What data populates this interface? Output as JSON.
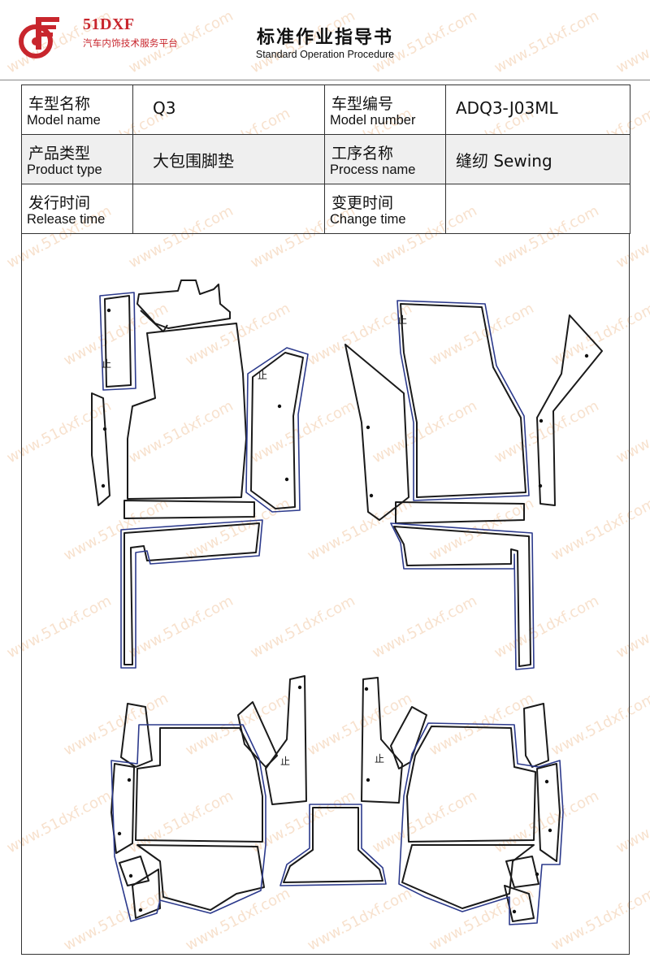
{
  "logo": {
    "brand": "51DXF",
    "tagline": "汽车内饰技术服务平台"
  },
  "document": {
    "title": "标准作业指导书",
    "subtitle": "Standard Operation Procedure"
  },
  "info_table": {
    "model_name": {
      "label_cn": "车型名称",
      "label_en": "Model name",
      "value": "Q3"
    },
    "model_number": {
      "label_cn": "车型编号",
      "label_en": "Model number",
      "value": "ADQ3-J03ML"
    },
    "product_type": {
      "label_cn": "产品类型",
      "label_en": "Product type",
      "value": "大包围脚垫"
    },
    "process_name": {
      "label_cn": "工序名称",
      "label_en": "Process name",
      "value": "缝纫 Sewing"
    },
    "release_time": {
      "label_cn": "发行时间",
      "label_en": "Release time",
      "value": ""
    },
    "change_time": {
      "label_cn": "变更时间",
      "label_en": "Change time",
      "value": ""
    }
  },
  "drawing": {
    "marker_char": "止",
    "outline_color": "#1a1a1a",
    "seam_color": "#2c3a8c"
  },
  "watermark": {
    "text": "www.51dxf.com",
    "color": "#f2c9a6"
  },
  "colors": {
    "brand": "#c8262d"
  }
}
